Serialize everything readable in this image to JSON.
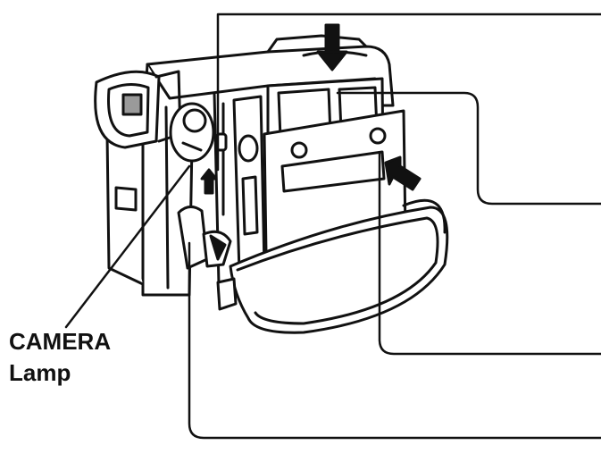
{
  "diagram": {
    "subject": "camcorder-with-hand-strap",
    "labels": {
      "camera_lamp_line1": "CAMERA",
      "camera_lamp_line2": "Lamp"
    },
    "colors": {
      "ink": "#111111",
      "paper": "#ffffff",
      "shade": "#9a9a9a"
    }
  }
}
